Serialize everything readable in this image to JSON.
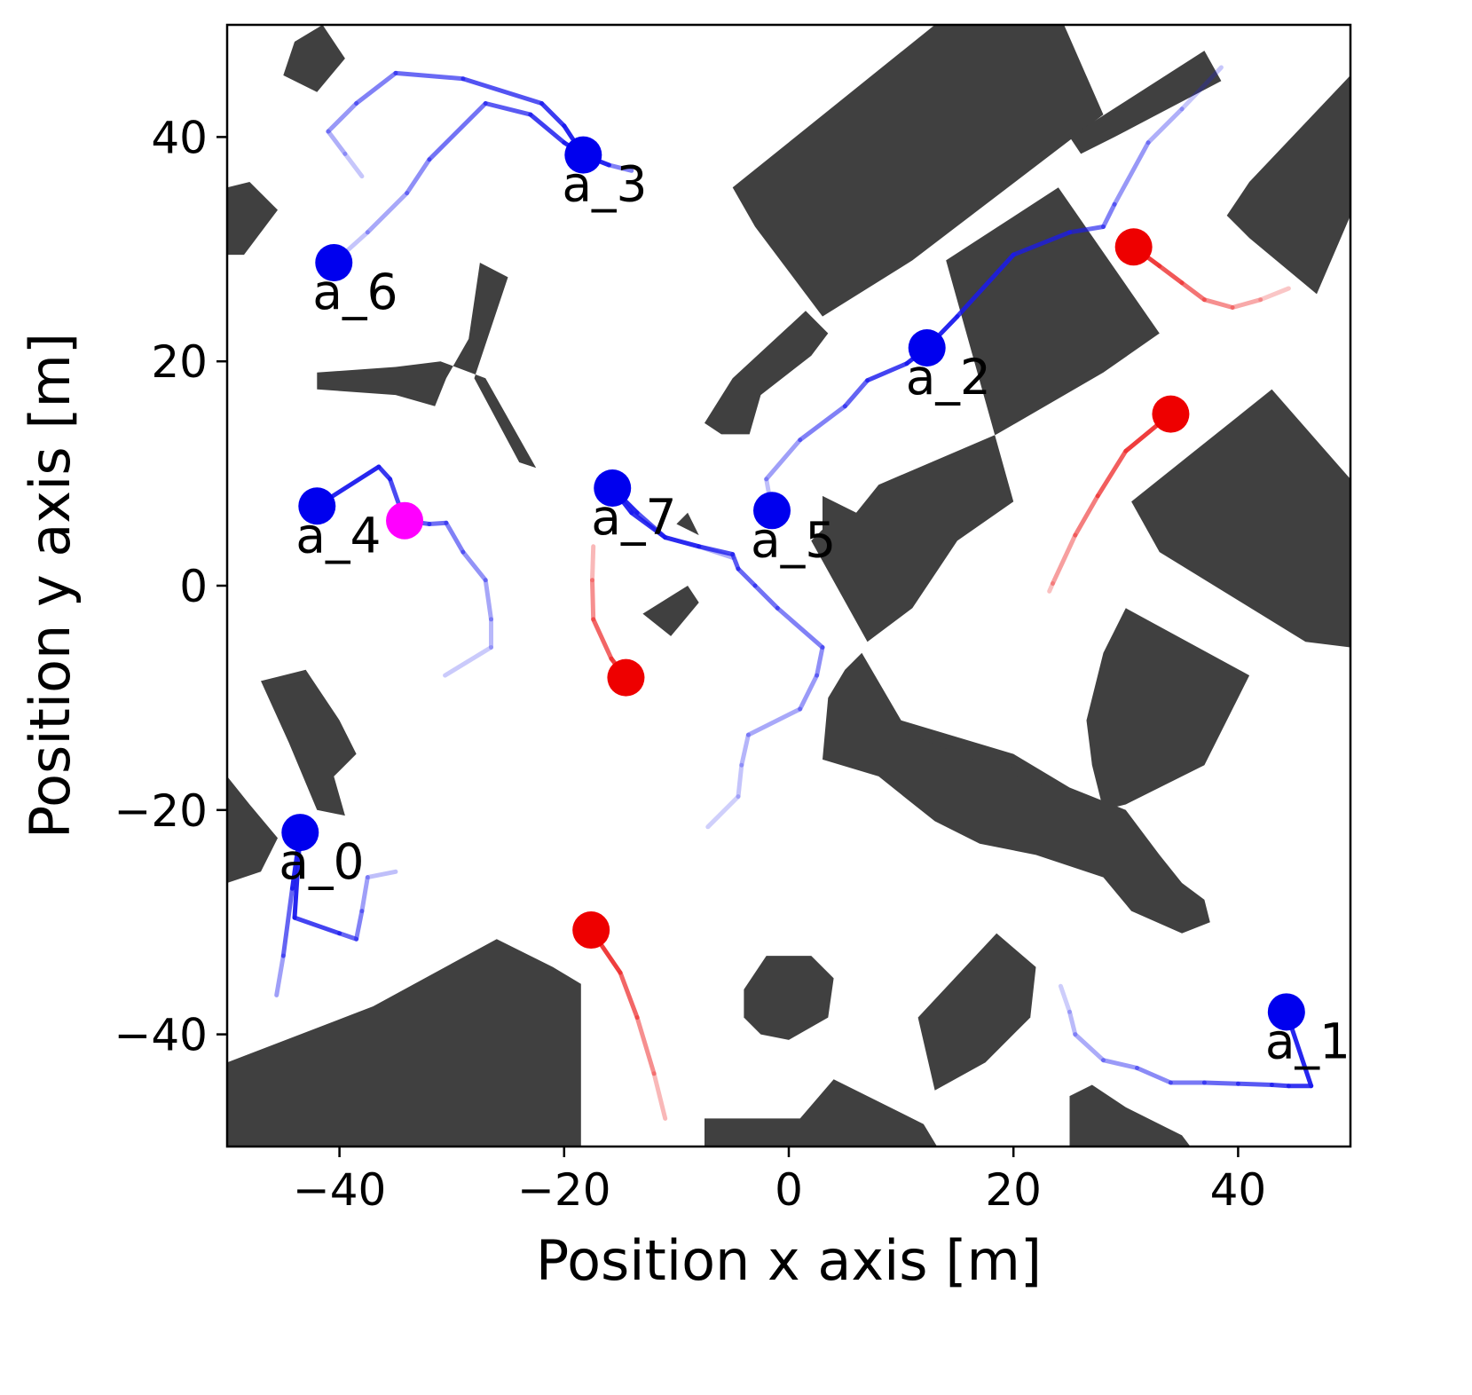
{
  "chart_data": {
    "type": "scatter",
    "xlabel": "Position x axis [m]",
    "ylabel": "Position y axis [m]",
    "xlim": [
      -50,
      50
    ],
    "ylim": [
      -50,
      50
    ],
    "xticks": [
      -40,
      -20,
      0,
      20,
      40
    ],
    "yticks": [
      -40,
      -20,
      0,
      20,
      40
    ],
    "tick_labels_x": [
      "−40",
      "−20",
      "0",
      "20",
      "40"
    ],
    "tick_labels_y": [
      "−40",
      "−20",
      "0",
      "20",
      "40"
    ],
    "grid": false,
    "colors": {
      "agent": "#0000ee",
      "trail": "#1a1aee",
      "target": "#ee0000",
      "target_trail": "#ee3333",
      "highlight": "#ff00ff",
      "obstacle": "#404040"
    },
    "agents": [
      {
        "label": "a_0",
        "x": -43.5,
        "y": -22.0
      },
      {
        "label": "a_1",
        "x": 44.3,
        "y": -38.0
      },
      {
        "label": "a_2",
        "x": 12.3,
        "y": 21.2
      },
      {
        "label": "a_3",
        "x": -18.3,
        "y": 38.4
      },
      {
        "label": "a_4",
        "x": -42.0,
        "y": 7.1
      },
      {
        "label": "a_5",
        "x": -1.5,
        "y": 6.7
      },
      {
        "label": "a_6",
        "x": -40.5,
        "y": 28.8
      },
      {
        "label": "a_7",
        "x": -15.7,
        "y": 8.7
      }
    ],
    "targets": [
      {
        "x": 30.7,
        "y": 30.2
      },
      {
        "x": 34.0,
        "y": 15.3
      },
      {
        "x": -14.5,
        "y": -8.2
      },
      {
        "x": -17.6,
        "y": -30.7
      }
    ],
    "highlight_points": [
      {
        "x": -34.2,
        "y": 5.8
      }
    ],
    "trajectories": [
      {
        "points": [
          [
            -43.5,
            -22.0
          ],
          [
            -44.2,
            -27
          ],
          [
            -45.0,
            -33
          ],
          [
            -45.6,
            -36.5
          ]
        ]
      },
      {
        "points": [
          [
            -43.5,
            -22.0
          ],
          [
            -44.0,
            -29.6
          ],
          [
            -40,
            -31
          ],
          [
            -38.5,
            -31.5
          ],
          [
            -38.0,
            -29
          ],
          [
            -37.5,
            -26
          ],
          [
            -35,
            -25.5
          ]
        ]
      },
      {
        "points": [
          [
            44.3,
            -38.0
          ],
          [
            46.5,
            -44.6
          ],
          [
            44.5,
            -44.6
          ],
          [
            43,
            -44.5
          ],
          [
            40,
            -44.4
          ],
          [
            37,
            -44.3
          ],
          [
            34,
            -44.3
          ],
          [
            31,
            -43.0
          ],
          [
            28,
            -42.3
          ],
          [
            25.5,
            -40.0
          ],
          [
            25,
            -38
          ],
          [
            24.2,
            -35.7
          ]
        ]
      },
      {
        "points": [
          [
            12.3,
            21.2
          ],
          [
            15,
            24
          ],
          [
            20,
            29.5
          ],
          [
            25,
            31.5
          ],
          [
            28,
            32
          ],
          [
            29,
            34
          ],
          [
            32,
            39.5
          ],
          [
            35,
            42.5
          ],
          [
            38.5,
            46.2
          ]
        ]
      },
      {
        "points": [
          [
            12.3,
            21.2
          ],
          [
            10.5,
            19.8
          ],
          [
            7,
            18.3
          ],
          [
            5,
            16
          ],
          [
            1,
            13
          ],
          [
            -2,
            9.5
          ],
          [
            -1.5,
            6.7
          ]
        ]
      },
      {
        "points": [
          [
            -18.3,
            38.4
          ],
          [
            -20,
            39.5
          ],
          [
            -23,
            42
          ],
          [
            -27,
            43
          ],
          [
            -32,
            38
          ],
          [
            -34,
            35
          ],
          [
            -37.5,
            31.5
          ],
          [
            -40.5,
            28.8
          ]
        ]
      },
      {
        "points": [
          [
            -18.3,
            38.4
          ],
          [
            -20,
            41
          ],
          [
            -22,
            43
          ],
          [
            -29,
            45.2
          ],
          [
            -35,
            45.7
          ],
          [
            -38.5,
            43
          ],
          [
            -41,
            40.5
          ],
          [
            -39.5,
            38.5
          ],
          [
            -38,
            36.5
          ]
        ]
      },
      {
        "points": [
          [
            -18.3,
            38.4
          ],
          [
            -16,
            37.5
          ],
          [
            -14,
            37
          ]
        ]
      },
      {
        "points": [
          [
            -42.0,
            7.1
          ],
          [
            -36.5,
            10.6
          ],
          [
            -35.5,
            9.5
          ],
          [
            -34.2,
            5.8
          ],
          [
            -32,
            5.5
          ],
          [
            -30.5,
            5.6
          ],
          [
            -29,
            3
          ],
          [
            -27,
            0.5
          ],
          [
            -26.5,
            -3
          ],
          [
            -26.5,
            -5.5
          ],
          [
            -30.6,
            -8.0
          ]
        ]
      },
      {
        "points": [
          [
            -15.7,
            8.7
          ],
          [
            -14,
            6.5
          ],
          [
            -11,
            4.3
          ],
          [
            -8,
            3.5
          ],
          [
            -5,
            2.8
          ],
          [
            -4.5,
            1.5
          ],
          [
            -3,
            0
          ],
          [
            -1,
            -2
          ],
          [
            3,
            -5.5
          ],
          [
            2.5,
            -8
          ],
          [
            1,
            -11
          ],
          [
            -3.6,
            -13.3
          ],
          [
            -4.2,
            -16
          ],
          [
            -4.5,
            -18.8
          ],
          [
            -7.2,
            -21.5
          ]
        ]
      },
      {
        "points": [
          [
            -15.7,
            8.7
          ],
          [
            -13.5,
            6.5
          ],
          [
            -11,
            4.3
          ],
          [
            -8,
            3.5
          ],
          [
            -5,
            2.5
          ]
        ]
      }
    ],
    "target_trajectories": [
      {
        "points": [
          [
            30.7,
            30.2
          ],
          [
            33,
            28.5
          ],
          [
            35,
            27
          ],
          [
            37,
            25.5
          ],
          [
            39.5,
            24.8
          ],
          [
            42,
            25.5
          ],
          [
            44.5,
            26.5
          ]
        ]
      },
      {
        "points": [
          [
            34.0,
            15.3
          ],
          [
            30,
            12
          ],
          [
            27.5,
            8
          ],
          [
            25.5,
            4.5
          ],
          [
            23.5,
            0.2
          ],
          [
            23.2,
            -0.5
          ]
        ]
      },
      {
        "points": [
          [
            -14.5,
            -8.2
          ],
          [
            -15.8,
            -6.5
          ],
          [
            -17.4,
            -3
          ],
          [
            -17.5,
            0.5
          ],
          [
            -17.4,
            3.5
          ]
        ]
      },
      {
        "points": [
          [
            -17.6,
            -30.7
          ],
          [
            -15,
            -34.5
          ],
          [
            -13.5,
            -38.5
          ],
          [
            -12,
            -43.5
          ],
          [
            -11,
            -47.5
          ]
        ]
      }
    ],
    "obstacles": [
      [
        [
          -44,
          48.5
        ],
        [
          -41.5,
          50
        ],
        [
          -39.5,
          47
        ],
        [
          -42,
          44
        ],
        [
          -45,
          45.5
        ]
      ],
      [
        [
          -50,
          35.5
        ],
        [
          -48,
          36
        ],
        [
          -45.5,
          33.5
        ],
        [
          -48.5,
          29.5
        ],
        [
          -50,
          29.5
        ]
      ],
      [
        [
          -5,
          35.5
        ],
        [
          13,
          50
        ],
        [
          24.5,
          50
        ],
        [
          28,
          42
        ],
        [
          11,
          29
        ],
        [
          3,
          24
        ],
        [
          -3,
          32
        ]
      ],
      [
        [
          25,
          40
        ],
        [
          37,
          47.7
        ],
        [
          38.5,
          45
        ],
        [
          29,
          40
        ],
        [
          26,
          38.5
        ]
      ],
      [
        [
          -27.5,
          28.8
        ],
        [
          -25,
          27.5
        ],
        [
          -28,
          18.5
        ],
        [
          -24,
          11
        ],
        [
          -22.5,
          10.5
        ],
        [
          -27,
          18.5
        ],
        [
          -31,
          20
        ],
        [
          -35,
          19.5
        ],
        [
          -42,
          19
        ],
        [
          -42,
          17.5
        ],
        [
          -35,
          17
        ],
        [
          -31.5,
          16
        ],
        [
          -30.5,
          18.5
        ],
        [
          -28.5,
          22
        ]
      ],
      [
        [
          -7.5,
          14.5
        ],
        [
          -6,
          13.5
        ],
        [
          -3.5,
          13.5
        ],
        [
          -2.5,
          17
        ],
        [
          2,
          20.5
        ],
        [
          3.5,
          22.5
        ],
        [
          1.5,
          24.5
        ],
        [
          -5,
          18.5
        ]
      ],
      [
        [
          14,
          29
        ],
        [
          24,
          35.5
        ],
        [
          33,
          22.5
        ],
        [
          28,
          19
        ],
        [
          18.5,
          13.5
        ],
        [
          8,
          9
        ],
        [
          6,
          6.5
        ],
        [
          3,
          8
        ],
        [
          3,
          5
        ],
        [
          2,
          4
        ],
        [
          7,
          -5
        ],
        [
          11,
          -2
        ],
        [
          15,
          4
        ],
        [
          20,
          7.5
        ]
      ],
      [
        [
          41,
          36
        ],
        [
          50,
          45.5
        ],
        [
          50,
          33
        ],
        [
          47,
          26
        ],
        [
          41,
          31
        ],
        [
          39,
          33
        ]
      ],
      [
        [
          30.5,
          7.5
        ],
        [
          43,
          17.5
        ],
        [
          50,
          9.5
        ],
        [
          50,
          -5.5
        ],
        [
          46,
          -5
        ],
        [
          33,
          3
        ]
      ],
      [
        [
          -50,
          -17
        ],
        [
          -48,
          -19.5
        ],
        [
          -45.5,
          -22.5
        ],
        [
          -47,
          -25.5
        ],
        [
          -50,
          -26.5
        ]
      ],
      [
        [
          -47,
          -8.5
        ],
        [
          -43,
          -7.5
        ],
        [
          -40,
          -12
        ],
        [
          -38.5,
          -15
        ],
        [
          -40.5,
          -17
        ],
        [
          -39.5,
          -20.5
        ],
        [
          -42,
          -20
        ],
        [
          -44.5,
          -14
        ]
      ],
      [
        [
          -9,
          0
        ],
        [
          -8,
          -1.5
        ],
        [
          -10.5,
          -4.5
        ],
        [
          -13,
          -2.5
        ]
      ],
      [
        [
          -10,
          5.5
        ],
        [
          -8,
          4.5
        ],
        [
          -9,
          6.5
        ]
      ],
      [
        [
          6.5,
          -6
        ],
        [
          10,
          -12
        ],
        [
          20,
          -15
        ],
        [
          25,
          -18
        ],
        [
          30,
          -20
        ],
        [
          33,
          -24
        ],
        [
          35,
          -26.5
        ],
        [
          37,
          -28
        ],
        [
          37.5,
          -30
        ],
        [
          35,
          -31
        ],
        [
          30.5,
          -29
        ],
        [
          28,
          -26
        ],
        [
          22,
          -24
        ],
        [
          17,
          -23
        ],
        [
          13,
          -21
        ],
        [
          10.5,
          -19
        ],
        [
          8,
          -17
        ],
        [
          3,
          -15.5
        ],
        [
          3.5,
          -10
        ],
        [
          5,
          -7.5
        ]
      ],
      [
        [
          10,
          -13
        ],
        [
          23,
          -18
        ],
        [
          21,
          -17
        ],
        [
          18,
          -15
        ],
        [
          14,
          -14.5
        ]
      ],
      [
        [
          30,
          -2
        ],
        [
          41,
          -8
        ],
        [
          37,
          -16
        ],
        [
          30,
          -19.5
        ],
        [
          28,
          -20
        ],
        [
          27,
          -16
        ],
        [
          26.5,
          -12
        ],
        [
          28,
          -6
        ]
      ],
      [
        [
          -50,
          -51
        ],
        [
          -50,
          -42.5
        ],
        [
          -37,
          -37.5
        ],
        [
          -26,
          -31.5
        ],
        [
          -21,
          -34
        ],
        [
          -18.5,
          -35.5
        ],
        [
          -18.5,
          -51
        ]
      ],
      [
        [
          -4,
          -36
        ],
        [
          -2,
          -33
        ],
        [
          2,
          -33
        ],
        [
          4,
          -35
        ],
        [
          3.5,
          -38.5
        ],
        [
          0,
          -40.5
        ],
        [
          -2.5,
          -40
        ],
        [
          -4,
          -38.5
        ]
      ],
      [
        [
          11.5,
          -38.5
        ],
        [
          18.5,
          -31
        ],
        [
          22,
          -34
        ],
        [
          21.5,
          -38.5
        ],
        [
          17.5,
          -42.5
        ],
        [
          13,
          -45
        ]
      ],
      [
        [
          4,
          -44
        ],
        [
          12,
          -48
        ],
        [
          13.5,
          -50.5
        ],
        [
          -7.5,
          -50.5
        ],
        [
          -7.5,
          -47.5
        ],
        [
          1,
          -47.5
        ]
      ],
      [
        [
          25,
          -51
        ],
        [
          25,
          -45.5
        ],
        [
          27,
          -44.5
        ],
        [
          30,
          -46.5
        ],
        [
          35,
          -49
        ],
        [
          36.5,
          -51
        ]
      ]
    ]
  }
}
